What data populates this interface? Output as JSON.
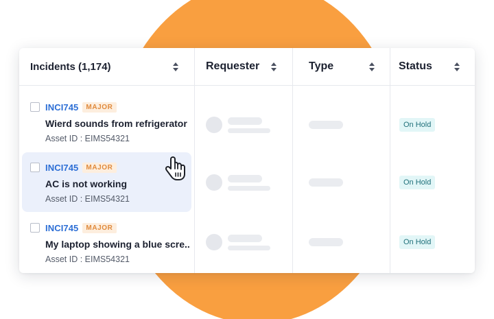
{
  "table": {
    "columns": [
      {
        "label": "Incidents (1,174)"
      },
      {
        "label": "Requester"
      },
      {
        "label": "Type"
      },
      {
        "label": "Status"
      }
    ],
    "rows": [
      {
        "code": "INCI745",
        "priority": "MAJOR",
        "title": "Wierd sounds from refrigerator",
        "asset": "Asset ID : EIMS54321",
        "status": "On Hold"
      },
      {
        "code": "INCI745",
        "priority": "MAJOR",
        "title": "AC is not working",
        "asset": "Asset ID : EIMS54321",
        "status": "On Hold"
      },
      {
        "code": "INCI745",
        "priority": "MAJOR",
        "title": "My laptop showing a blue scre...",
        "asset": "Asset ID : EIMS54321",
        "status": "On Hold"
      }
    ]
  },
  "colors": {
    "accent_orange": "#f99f40",
    "link_blue": "#2c6ed5",
    "badge_orange": "#e08a3c",
    "status_teal": "#1e6f79",
    "row_highlight": "#ebf0fb"
  },
  "icons": {
    "cursor": "hand-pointer-icon",
    "sort": "sort-icon"
  }
}
